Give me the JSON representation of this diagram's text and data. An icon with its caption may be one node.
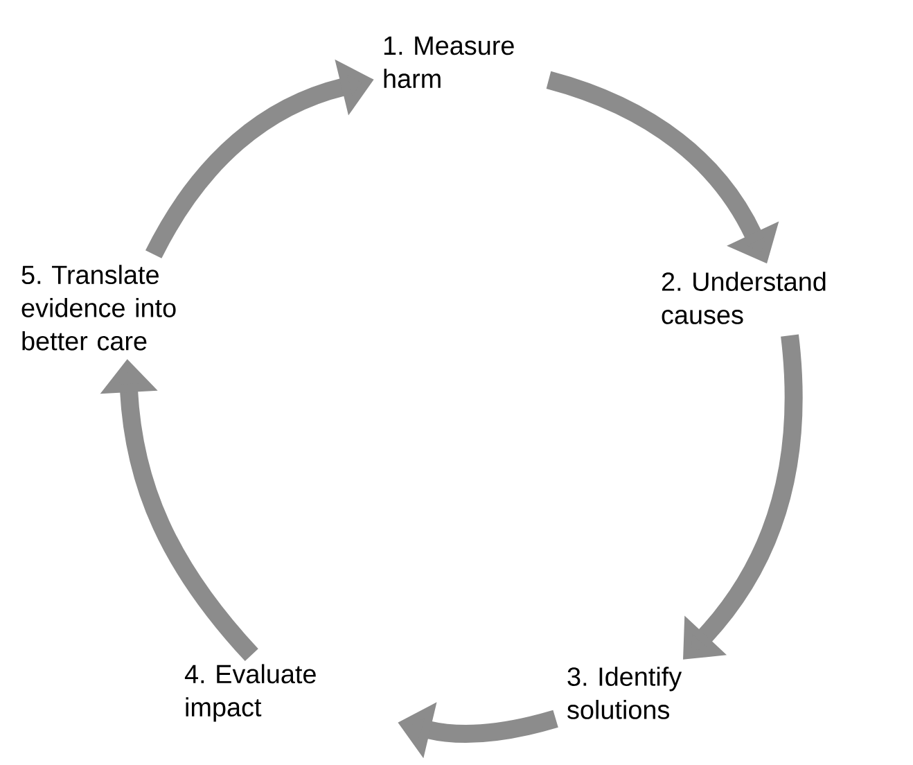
{
  "diagram": {
    "nodes": [
      {
        "text": [
          "1. Measure harm"
        ]
      },
      {
        "text": [
          "2. Understand causes"
        ]
      },
      {
        "text": [
          "3. Identify solutions"
        ]
      },
      {
        "text": [
          "4. Evaluate impact"
        ]
      },
      {
        "text": [
          "5. Translate evidence into better care"
        ]
      }
    ],
    "edges": [
      {
        "from": 0,
        "to": 1,
        "arrow": "to"
      },
      {
        "from": 1,
        "to": 2,
        "arrow": "to"
      },
      {
        "from": 2,
        "to": 3,
        "arrow": "to"
      },
      {
        "from": 3,
        "to": 4,
        "arrow": "to"
      },
      {
        "from": 4,
        "to": 0,
        "arrow": "to"
      }
    ]
  }
}
